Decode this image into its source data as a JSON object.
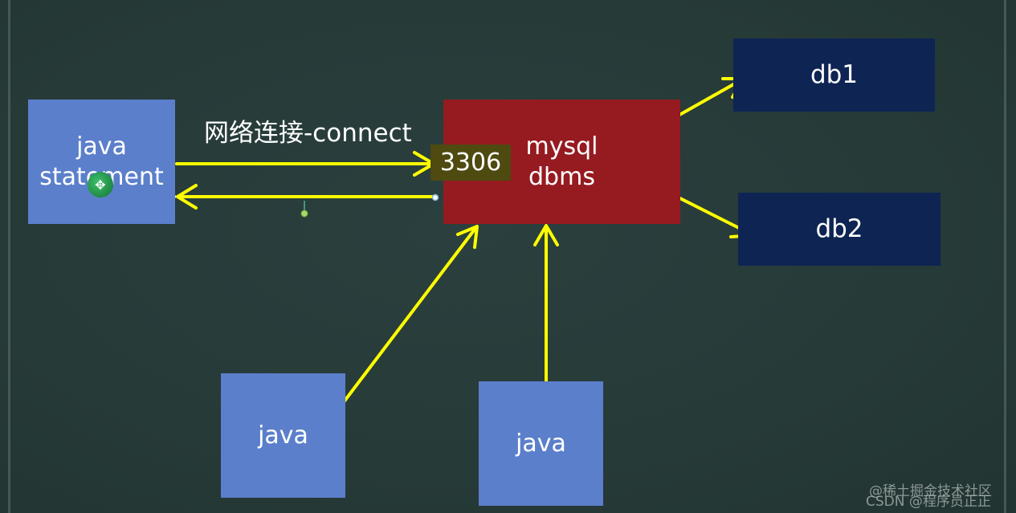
{
  "diagram": {
    "nodes": {
      "java_statement": {
        "line1": "java",
        "line2": "statement"
      },
      "mysql": {
        "line1": "mysql",
        "line2": "dbms",
        "port": "3306"
      },
      "db1": "db1",
      "db2": "db2",
      "java_left": "java",
      "java_right": "java"
    },
    "connection_label": "网络连接-connect",
    "colors": {
      "background": "#263b39",
      "client_box": "#5b7fcb",
      "dbms_box": "#951b21",
      "db_box": "#0e2453",
      "arrow": "#ffff00",
      "port_label": "#4e4a10"
    }
  },
  "cursor_icon": "move-cursor-icon",
  "watermark": {
    "line1": "@稀土掘金技术社区",
    "line2": "CSDN @程序员正正"
  }
}
